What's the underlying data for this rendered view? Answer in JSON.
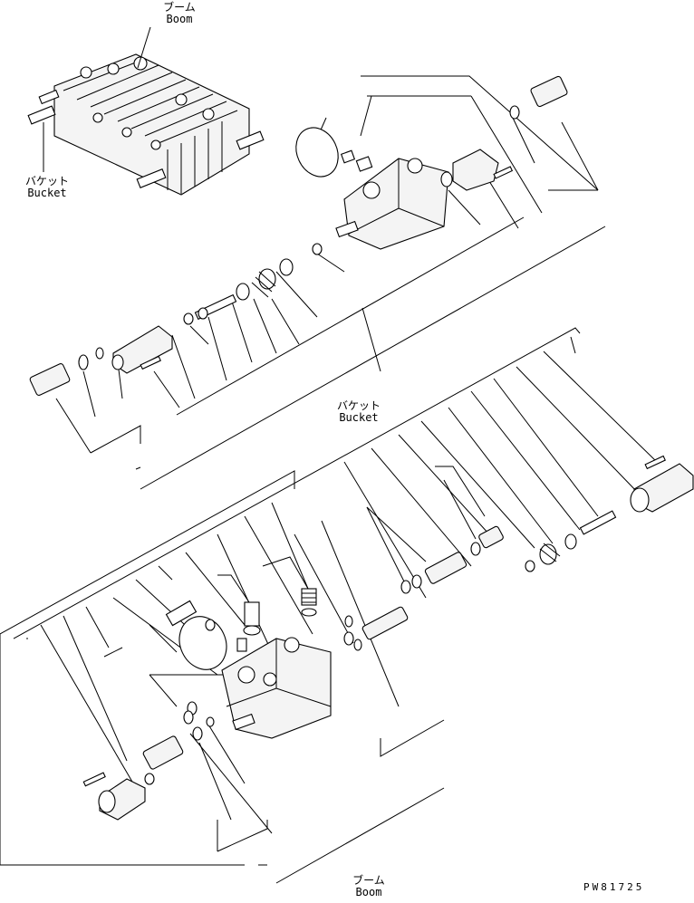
{
  "labels": {
    "boom_top_jp": "ブーム",
    "boom_top_en": "Boom",
    "bucket_top_jp": "バケット",
    "bucket_top_en": "Bucket",
    "bucket_mid_jp": "バケット",
    "bucket_mid_en": "Bucket",
    "boom_bottom_jp": "ブーム",
    "boom_bottom_en": "Boom"
  },
  "drawing_code": "PW81725"
}
